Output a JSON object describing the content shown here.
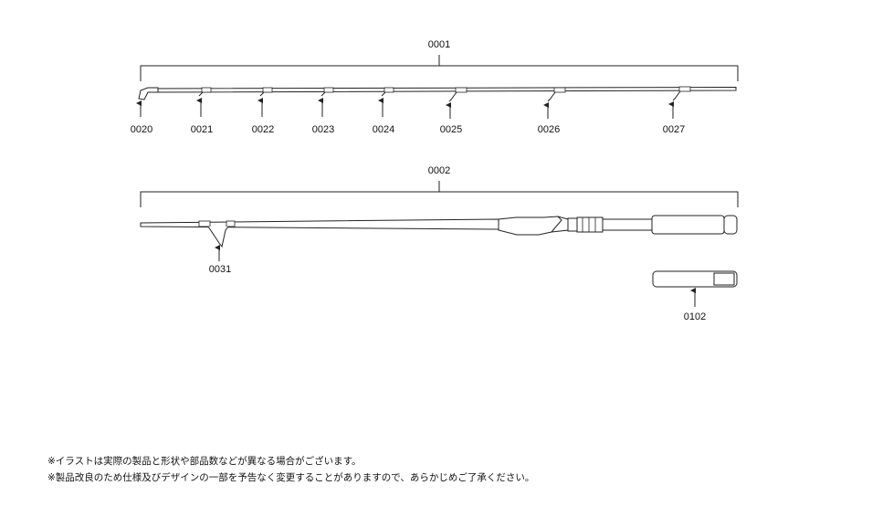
{
  "assemblies": {
    "tip_section": "0001",
    "butt_section": "0002"
  },
  "tip_guides": [
    "0020",
    "0021",
    "0022",
    "0023",
    "0024",
    "0025",
    "0026",
    "0027"
  ],
  "butt_guide": "0031",
  "accessory": "0102",
  "notes": [
    "※イラストは実際の製品と形状や部品数などが異なる場合がございます。",
    "※製品改良のため仕様及びデザインの一部を予告なく変更することがありますので、あらかじめご了承ください。"
  ],
  "colors": {
    "line": "#222222",
    "text": "#111111",
    "background": "#ffffff"
  }
}
